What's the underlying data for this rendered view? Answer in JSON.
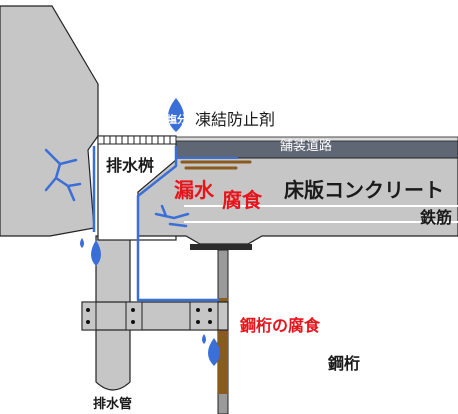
{
  "labels": {
    "antifreeze": "凍結防止剤",
    "salt_badge": "塩分",
    "pavement": "舗装道路",
    "drain_basin": "排水桝",
    "leakage": "漏水",
    "corrosion": "腐食",
    "deck_concrete": "床版コンクリート",
    "rebar": "鉄筋",
    "girder_corrosion": "鋼桁の腐食",
    "steel_girder": "鋼桁",
    "drain_pipe": "排水管"
  },
  "colors": {
    "concrete": "#c6c6c6",
    "concrete_dark": "#9a9a9a",
    "pavement": "#5f6674",
    "water": "#3b6fd8",
    "rust": "#8b5a1e",
    "warning": "#e8141b"
  },
  "icons": [
    "water-drop-icon",
    "crack-icon",
    "bolt-icon"
  ]
}
